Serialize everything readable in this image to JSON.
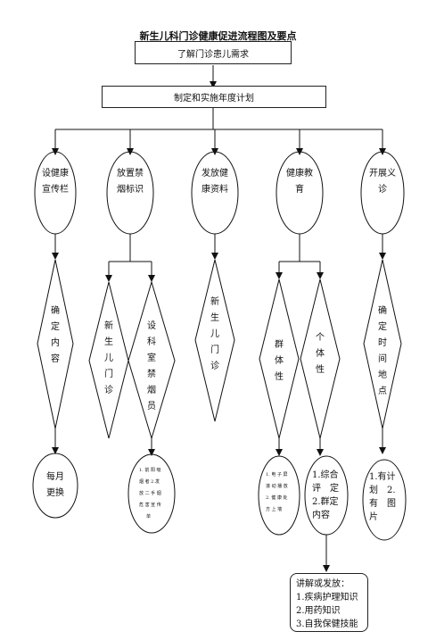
{
  "title": "新生儿科门诊健康促进流程图及要点",
  "top_box": "了解门诊患儿需求",
  "second_box": "制定和实施年度计划",
  "columns": [
    {
      "oval": [
        "设健康",
        "宣传栏"
      ],
      "diamond": [
        "确",
        "定",
        "内",
        "容"
      ],
      "result": [
        "每月",
        "更换"
      ]
    },
    {
      "oval": [
        "放置禁",
        "烟标识"
      ],
      "diamond_left": [
        "新",
        "生",
        "儿",
        "门",
        "诊"
      ],
      "diamond_right": [
        "设",
        "科",
        "室",
        "禁",
        "烟",
        "员"
      ],
      "result": [
        "1. 前 阳 吸",
        "烟 者 2.发",
        "放 二 手 烟",
        "危 害 宣 传",
        "单"
      ]
    },
    {
      "oval": [
        "发放健",
        "康资料"
      ],
      "diamond": [
        "新",
        "生",
        "儿",
        "门",
        "诊"
      ]
    },
    {
      "oval": [
        "健康教",
        "育"
      ],
      "diamond_left": [
        "群",
        "体",
        "性"
      ],
      "diamond_right": [
        "个",
        "体",
        "性"
      ],
      "result_left": [
        "1. 电 子 屏",
        "滚 动 播 放",
        "2. 健 康 处",
        "方 上 墙"
      ],
      "result_right": [
        "1.综合",
        "评　定",
        "2.群定",
        "内容"
      ]
    },
    {
      "oval": [
        "开展义",
        "诊"
      ],
      "diamond": [
        "确",
        "定",
        "时",
        "间",
        "地",
        "点"
      ],
      "result": [
        "1.有计",
        "划　2.",
        "有　图",
        "片"
      ]
    }
  ],
  "bottom_box": [
    "讲解或发放：",
    "1.疾病护理知识",
    "2.用药知识",
    "3.自我保健技能"
  ]
}
